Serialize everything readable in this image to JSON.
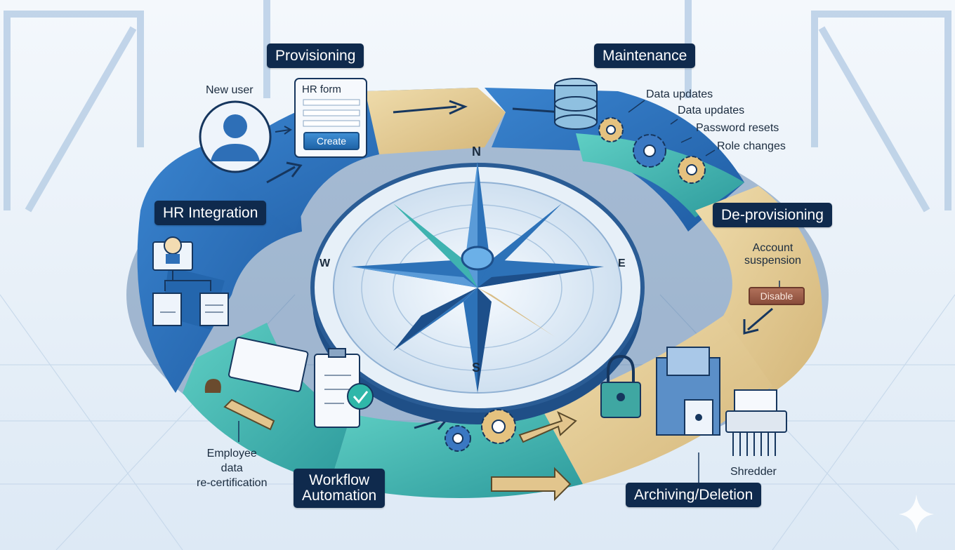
{
  "stages": {
    "provisioning": "Provisioning",
    "maintenance": "Maintenance",
    "hr_integration": "HR Integration",
    "deprovisioning": "De-provisioning",
    "workflow_automation": [
      "Workflow",
      "Automation"
    ],
    "archiving_deletion": "Archiving/Deletion"
  },
  "annotations": {
    "new_user": "New user",
    "hr_form_title": "HR form",
    "create_button": "Create",
    "maintenance_items": [
      "Data updates",
      "Data updates",
      "Password resets",
      "Role changes"
    ],
    "account_suspension": [
      "Account",
      "suspension"
    ],
    "disable_button": "Disable",
    "employee_data": [
      "Employee",
      "data",
      "re-certification"
    ],
    "shredder": "Shredder"
  },
  "compass": {
    "north": "N",
    "south": "S",
    "east": "E",
    "west": "W"
  },
  "colors": {
    "label_bg": "#0f2a4d",
    "blue_segment": "#2f74c0",
    "tan_segment": "#e6cf9c",
    "teal_segment": "#45b9b3",
    "accent_button": "#2c7bc4",
    "disable_button": "#9c5c47"
  }
}
